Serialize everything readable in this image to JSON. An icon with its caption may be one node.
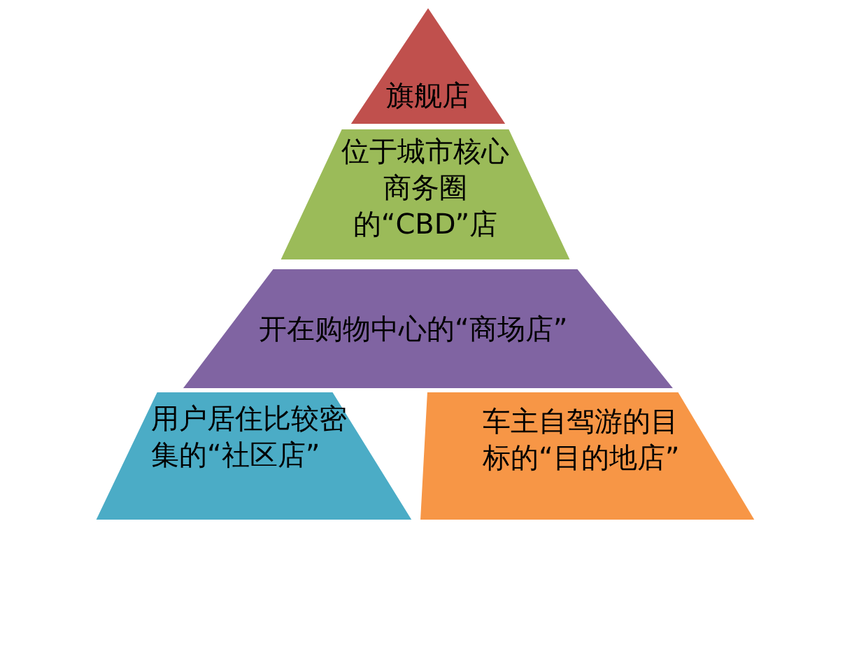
{
  "diagram": {
    "nodes": [
      {
        "text": [
          "旗舰店"
        ]
      },
      {
        "text": [
          "位于城市核心商务圈的“CBD”店"
        ]
      },
      {
        "text": [
          "开在购物中心的“商场店”"
        ]
      },
      {
        "text": [
          "用户居住比较密集的“社区店”"
        ]
      },
      {
        "text": [
          "车主自驾游的目标的“目的地店”"
        ]
      }
    ]
  }
}
